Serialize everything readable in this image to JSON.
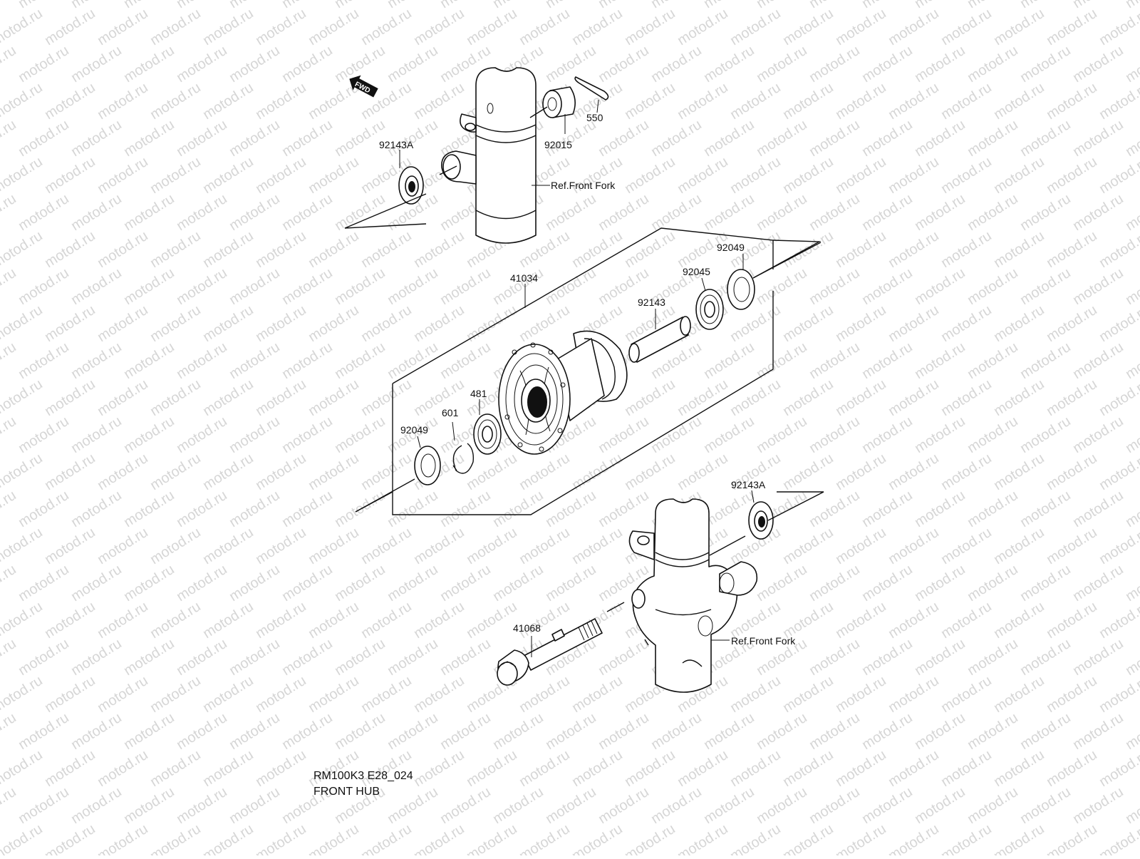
{
  "watermark": "motod.ru",
  "direction_marker": "FWD",
  "parts": {
    "p92143A_top": "92143A",
    "p92015": "92015",
    "p550": "550",
    "p41034": "41034",
    "p92049_right": "92049",
    "p92045": "92045",
    "p92143": "92143",
    "p481": "481",
    "p601": "601",
    "p92049_left": "92049",
    "p92143A_bottom": "92143A",
    "p41068": "41068"
  },
  "references": {
    "front_fork_top": "Ref.Front Fork",
    "front_fork_bottom": "Ref.Front Fork"
  },
  "caption": {
    "code": "RM100K3 E28_024",
    "title": "FRONT HUB"
  }
}
